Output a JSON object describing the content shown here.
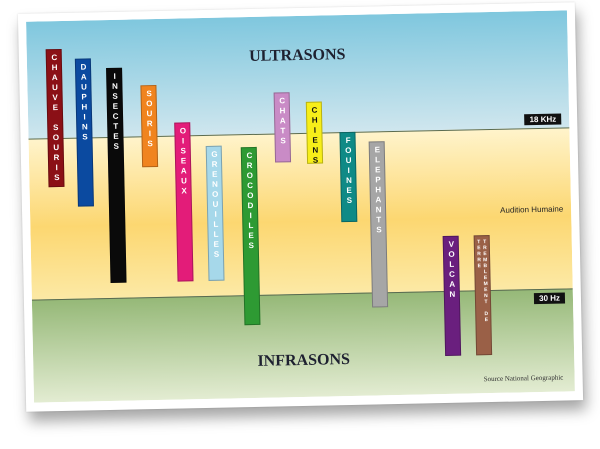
{
  "titles": {
    "ultra": "ULTRASONS",
    "infra": "INFRASONS"
  },
  "thresholds": {
    "high": "18 KHz",
    "low": "30 Hz"
  },
  "audition_label": "Audition Humaine",
  "source": "Source National Geographic",
  "colors": {
    "ultrasound_band": "#9fd3e4",
    "human_hearing_band": "#fce08a",
    "infrasound_band": "#a8c58b"
  },
  "bars": [
    {
      "label": "CHAUVE SOURIS",
      "color": "#8b1016",
      "text_color": "#ffffff",
      "size": "normal"
    },
    {
      "label": "DAUPHINS",
      "color": "#0b4aa0",
      "text_color": "#ffffff",
      "size": "normal"
    },
    {
      "label": "INSECTES",
      "color": "#0a0a0a",
      "text_color": "#ffffff",
      "size": "normal"
    },
    {
      "label": "SOURIS",
      "color": "#f0841f",
      "text_color": "#ffffff",
      "size": "normal"
    },
    {
      "label": "OISEAUX",
      "color": "#e31c79",
      "text_color": "#ffffff",
      "size": "normal"
    },
    {
      "label": "GRENOUILLES",
      "color": "#a6d8ea",
      "text_color": "#ffffff",
      "size": "normal"
    },
    {
      "label": "CROCODILES",
      "color": "#2e9a33",
      "text_color": "#ffffff",
      "size": "normal"
    },
    {
      "label": "CHATS",
      "color": "#c98bc6",
      "text_color": "#ffffff",
      "size": "normal"
    },
    {
      "label": "CHIENS",
      "color": "#f7ee1a",
      "text_color": "#111111",
      "size": "normal"
    },
    {
      "label": "FOUINES",
      "color": "#0f8a86",
      "text_color": "#ffffff",
      "size": "normal"
    },
    {
      "label": "ELEPHANTS",
      "color": "#a6a6a6",
      "text_color": "#ffffff",
      "size": "normal"
    },
    {
      "label": "VOLCAN",
      "color": "#6a1f7e",
      "text_color": "#ffffff",
      "size": "normal"
    },
    {
      "label": "TREMBLEMENT DE TERRE",
      "color": "#9a6047",
      "text_color": "#ffffff",
      "size": "tiny"
    }
  ]
}
